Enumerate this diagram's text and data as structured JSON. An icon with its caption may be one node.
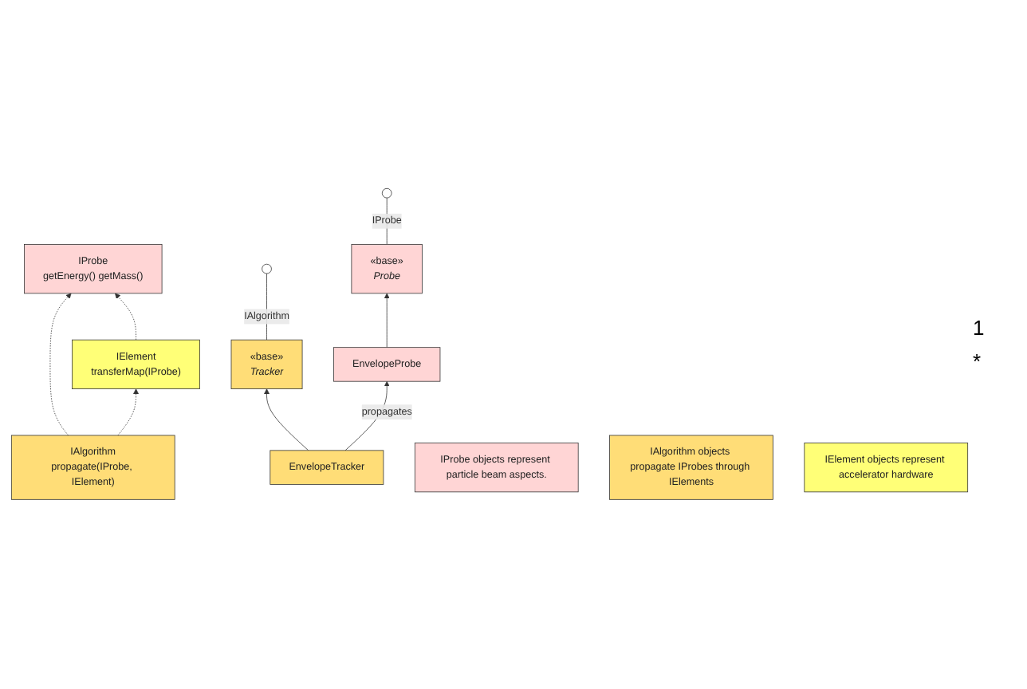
{
  "diagram": {
    "nodes": [
      {
        "text": [
          "IProbe",
          "getEnergy() getMass()"
        ]
      },
      {
        "text": [
          "IAlgorithm",
          "propagate(IProbe, IElement)"
        ]
      },
      {
        "text": [
          "IElement",
          "transferMap(IProbe)"
        ]
      },
      {
        "text": [
          "IProbe objects represent particle beam aspects."
        ]
      },
      {
        "text": [
          "IAlgorithm objects propagate IProbes through IElements"
        ]
      },
      {
        "text": [
          "IElement objects represent accelerator hardware"
        ]
      },
      {
        "text": [
          "«base»",
          "Tracker"
        ]
      },
      {
        "text": [],
        "shape": "circle"
      },
      {
        "text": [
          "«base»",
          "Probe"
        ]
      },
      {
        "text": [],
        "shape": "circle"
      },
      {
        "text": [
          "EnvelopeTracker"
        ]
      },
      {
        "text": [
          "EnvelopeProbe"
        ]
      }
    ],
    "edges": [
      {
        "from": 1,
        "to": 0,
        "arrow": "to",
        "style": "dashed"
      },
      {
        "from": 1,
        "to": 2,
        "arrow": "to",
        "style": "dashed"
      },
      {
        "from": 2,
        "to": 0,
        "arrow": "to",
        "style": "dashed"
      },
      {
        "from": 6,
        "to": 7,
        "arrow": "none",
        "label": "IAlgorithm"
      },
      {
        "from": 8,
        "to": 9,
        "arrow": "none",
        "label": "IProbe"
      },
      {
        "from": 10,
        "to": 6,
        "arrow": "to"
      },
      {
        "from": 11,
        "to": 8,
        "arrow": "to"
      },
      {
        "from": 10,
        "to": 11,
        "arrow": "to",
        "label": "propagates"
      }
    ],
    "labels": [
      "1",
      "*"
    ]
  }
}
